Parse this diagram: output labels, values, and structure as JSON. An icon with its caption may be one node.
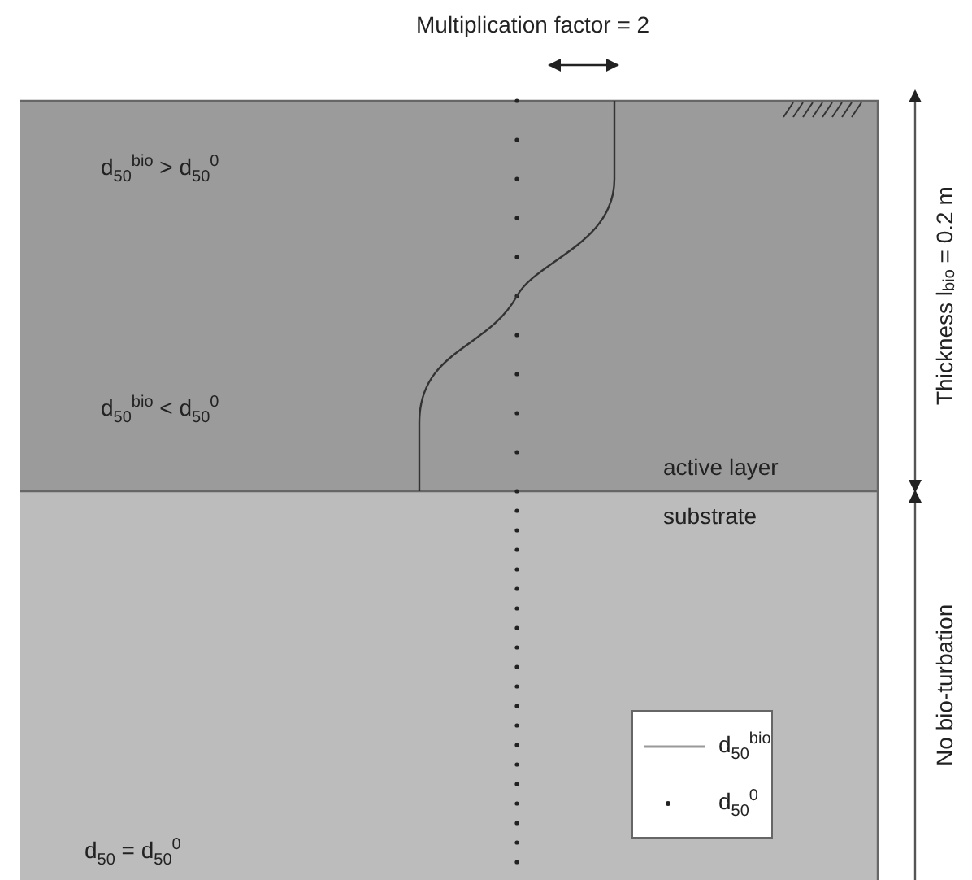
{
  "diagram": {
    "labels": [
      "Multiplication factor = 2",
      "d$_{50}$$^{bio}$ > d$_{50}$$^{0}$",
      "d$_{50}$$^{bio}$ < d$_{50}$$^{0}$",
      "active layer",
      "substrate",
      "d$_{50}$ = d$_{50}$$^{0}$",
      "Thickness l$_{bio}$ = 0.2 m",
      "No bio-turbation"
    ],
    "legend": [
      {
        "text": "d$_{50}$$^{bio}$"
      },
      {
        "text": "d$_{50}$$^{0}$"
      }
    ]
  }
}
